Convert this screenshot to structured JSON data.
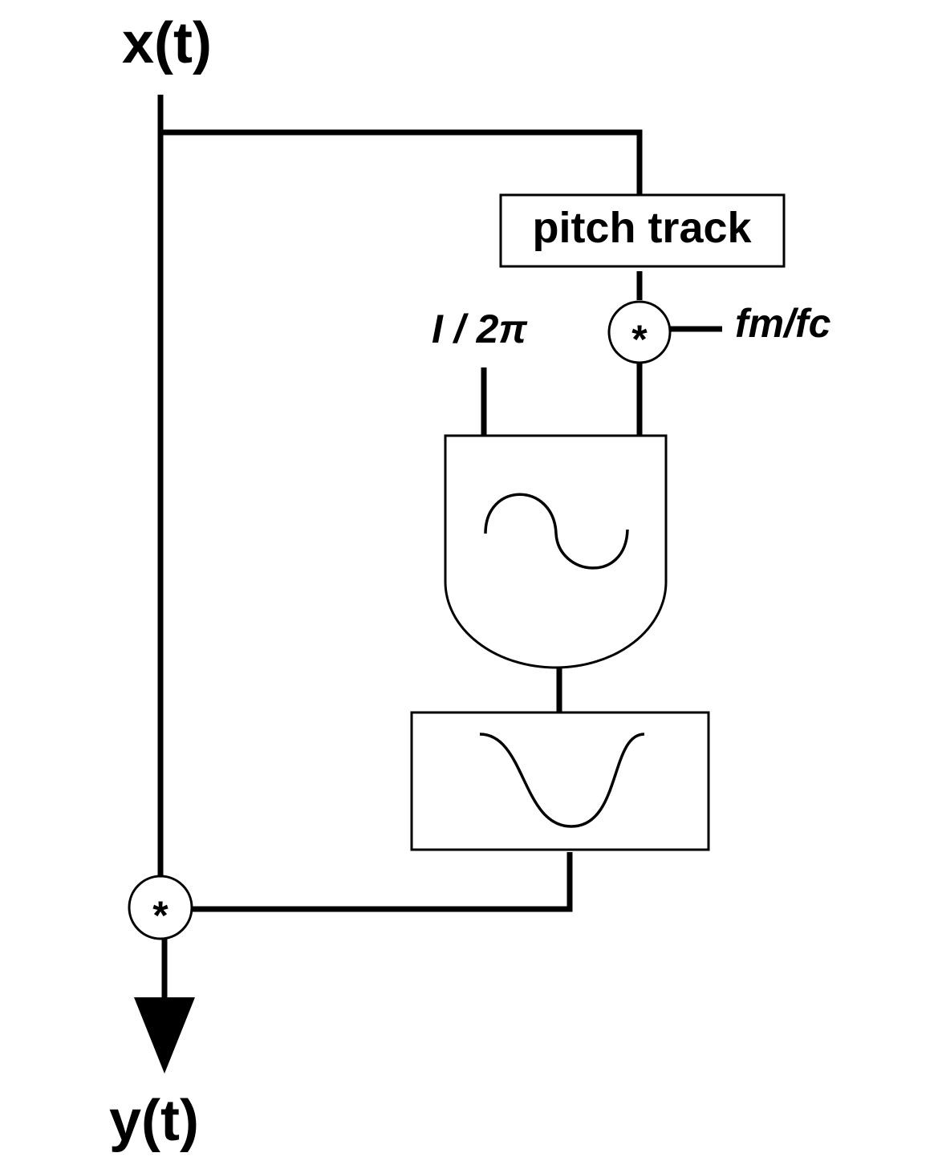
{
  "labels": {
    "input": "x(t)",
    "output": "y(t)",
    "pitch_track": "pitch track",
    "index": "I / 2π",
    "ratio": "fm/fc",
    "multiply_symbol": "*"
  },
  "icons": {
    "oscillator": "sine-oscillator-icon",
    "waveshaper": "transfer-function-icon",
    "multiplier": "multiply-icon",
    "arrow": "arrow-down-icon"
  },
  "colors": {
    "line": "#000000",
    "background": "#ffffff"
  }
}
